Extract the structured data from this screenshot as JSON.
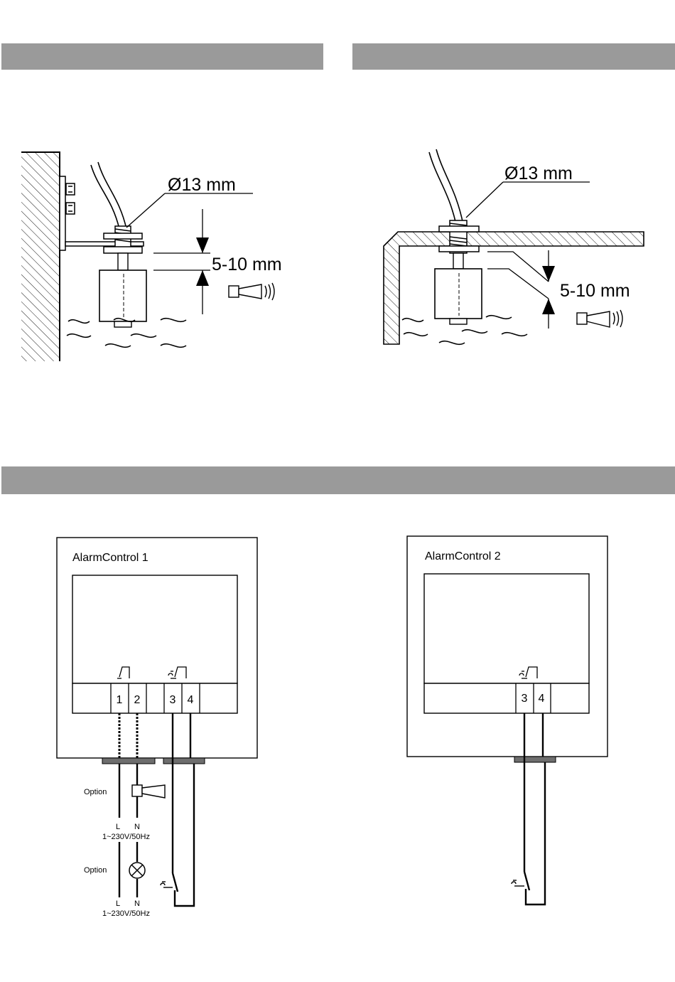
{
  "colors": {
    "section_bar": "#9a9a9a",
    "ink": "#000000",
    "cable_gland": "#6e6e6e"
  },
  "figure_left": {
    "diameter_label": "Ø13 mm",
    "gap_label": "5-10 mm"
  },
  "figure_right": {
    "diameter_label": "Ø13 mm",
    "gap_label": "5-10 mm"
  },
  "unit1": {
    "title": "AlarmControl 1",
    "terminals": [
      "1",
      "2",
      "3",
      "4"
    ],
    "option_label_1": "Option",
    "option_label_2": "Option",
    "supply_L": "L",
    "supply_N": "N",
    "supply_spec_1": "1~230V/50Hz",
    "supply_L_2": "L",
    "supply_N_2": "N",
    "supply_spec_2": "1~230V/50Hz"
  },
  "unit2": {
    "title": "AlarmControl 2",
    "terminals": [
      "3",
      "4"
    ]
  },
  "icons": [
    "horn-icon",
    "lamp-icon",
    "float-switch-symbol",
    "relay-contact-symbol"
  ]
}
